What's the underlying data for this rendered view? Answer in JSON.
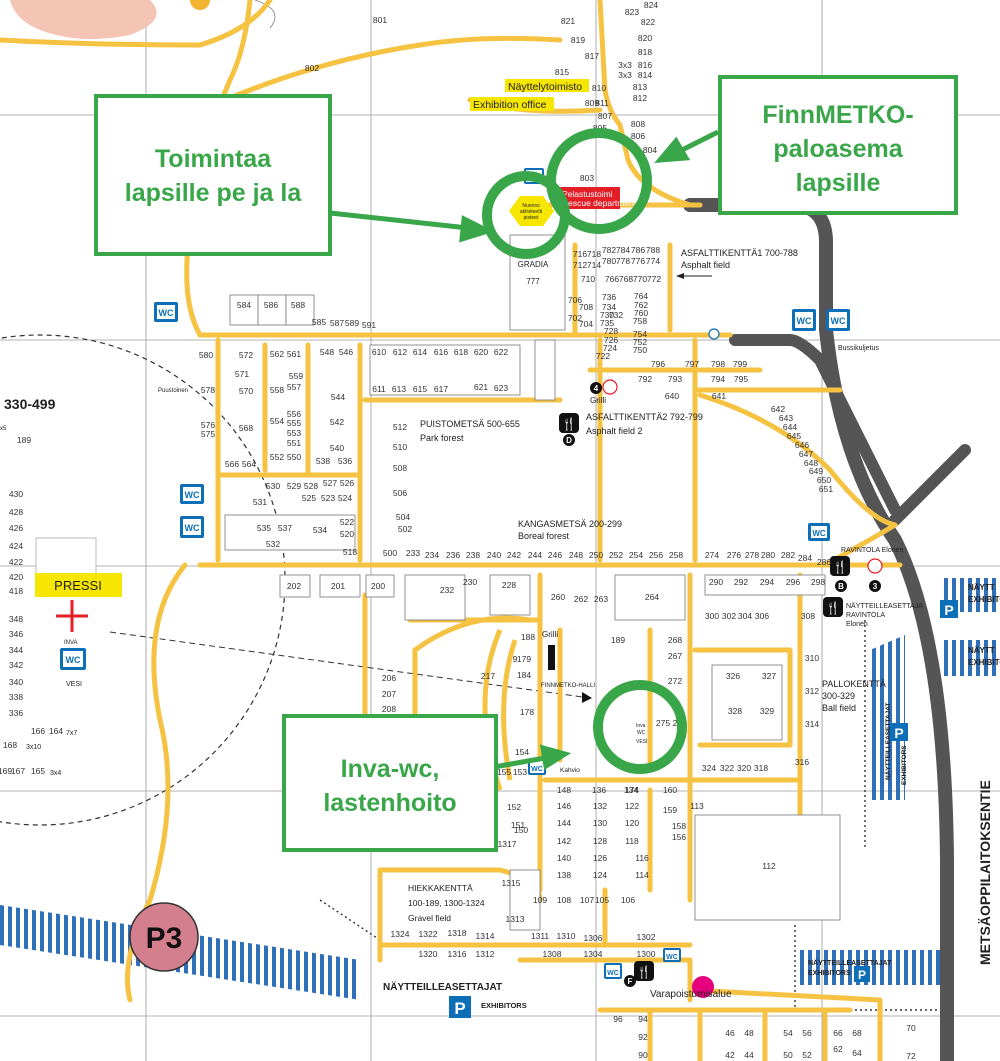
{
  "callouts": {
    "children": [
      "Toimintaa",
      "lapsille pe ja la"
    ],
    "fire": [
      "FinnMETKO-",
      "paloasema",
      "lapsille"
    ],
    "inva": [
      "Inva-wc,",
      "lastenhoito"
    ]
  },
  "labels": {
    "naytteilytoimisto": "Näyttelytoimisto",
    "exhibition_office": "Exhibition office",
    "pelastustoimi_1": "Pelastustoimi",
    "pelastustoimi_2": "Rescue department",
    "nuoriso": [
      "Nuoriso",
      "aktiviteetti",
      "pisteet"
    ],
    "gradia": "GRADIA",
    "asfalttikentta1": "ASFALTTIKENTTÄ1 700-788",
    "asphalt_field": "Asphalt field",
    "bussikuljetus": "Bussikuljetus",
    "puustoinen": "Puustoinen",
    "puistometsa": "PUISTOMETSÄ 500-655",
    "park_forest": "Park forest",
    "asfalttikentta2": "ASFALTTIKENTTÄ2 792-799",
    "asphalt_field_2": "Asphalt field 2",
    "grilli": "Grilli",
    "kangasmetsa": "KANGASMETSÄ 200-299",
    "boreal_forest": "Boreal forest",
    "ravintola_elonen": "RAVINTOLA Elonen",
    "nayttelijat_ravintola_1": "NÄYTTEILLEASETTAJA",
    "nayttelijat_ravintola_2": "RAVINTOLA",
    "nayttelijat_ravintola_3": "Elonen",
    "pallokentta_1": "PALLOKENTTÄ",
    "pallokentta_2": "300-329",
    "ball_field": "Ball field",
    "finnmetko_halli": "FINNMETKO-HALLI",
    "inva": "Inva",
    "wc_small": "WC",
    "kahvio": "Kahvio",
    "hiekkakentta_1": "HIEKKAKENTTÄ",
    "hiekkakentta_2": "100-189, 1300-1324",
    "gravel_field": "Gravel field",
    "varapoistumisalue": "Varapoistumisalue",
    "naytteilleasettajat": "NÄYTTEILLEASETTAJAT",
    "exhibitors": "EXHIBITORS",
    "naytteilleasettajat_r": "NÄYTTEILLEASETTAJAT",
    "exhibitors_r": "EXHIBITORS",
    "metsaoppilaitoksentie": "METSÄOPPILAITOKSENTIE",
    "naytt_right_1": "NÄYTT",
    "exhib_right_1": "EXHIBITO",
    "naytt_right_2": "NÄYTT",
    "exhib_right_2": "EXHIBITO",
    "range_330_499": "330-499",
    "pressi": "PRESSI",
    "inva_left": "INVA",
    "vesi": "VESI",
    "p3": "P3",
    "wc": "WC",
    "parking": "P",
    "letter_d": "D",
    "letter_b": "B",
    "letter_3": "3",
    "letter_f": "F",
    "letter_4": "4",
    "dims_5": "x5",
    "dims_3x10": "3x10",
    "dims_7x7": "7x7",
    "dims_3x4": "3x4"
  },
  "plots": [
    [
      "801",
      380,
      20
    ],
    [
      "802",
      312,
      68
    ],
    [
      "824",
      651,
      5
    ],
    [
      "823",
      632,
      12
    ],
    [
      "822",
      648,
      22
    ],
    [
      "821",
      568,
      21
    ],
    [
      "820",
      645,
      38
    ],
    [
      "819",
      578,
      40
    ],
    [
      "818",
      645,
      52
    ],
    [
      "817",
      592,
      56
    ],
    [
      "816",
      645,
      65
    ],
    [
      "815",
      562,
      72
    ],
    [
      "3x3",
      625,
      65
    ],
    [
      "814",
      645,
      75
    ],
    [
      "3x3",
      625,
      75
    ],
    [
      "813",
      640,
      87
    ],
    [
      "810",
      599,
      88
    ],
    [
      "812",
      640,
      98
    ],
    [
      "811",
      602,
      103
    ],
    [
      "809",
      592,
      103
    ],
    [
      "808",
      638,
      124
    ],
    [
      "806",
      638,
      136
    ],
    [
      "807",
      605,
      116
    ],
    [
      "805",
      600,
      128
    ],
    [
      "804",
      650,
      150
    ],
    [
      "803",
      587,
      178
    ],
    [
      "584",
      244,
      305
    ],
    [
      "586",
      271,
      305
    ],
    [
      "588",
      298,
      305
    ],
    [
      "585",
      319,
      322
    ],
    [
      "587",
      337,
      323
    ],
    [
      "589",
      352,
      323
    ],
    [
      "591",
      369,
      325
    ],
    [
      "716",
      580,
      254
    ],
    [
      "718",
      594,
      254
    ],
    [
      "782",
      609,
      250
    ],
    [
      "784",
      623,
      250
    ],
    [
      "786",
      638,
      250
    ],
    [
      "788",
      653,
      250
    ],
    [
      "712",
      580,
      265
    ],
    [
      "714",
      594,
      265
    ],
    [
      "780",
      609,
      261
    ],
    [
      "778",
      623,
      261
    ],
    [
      "776",
      638,
      261
    ],
    [
      "774",
      653,
      261
    ],
    [
      "710",
      588,
      279
    ],
    [
      "766",
      612,
      279
    ],
    [
      "768",
      626,
      279
    ],
    [
      "770",
      640,
      279
    ],
    [
      "772",
      654,
      279
    ],
    [
      "706",
      575,
      300
    ],
    [
      "708",
      586,
      307
    ],
    [
      "736",
      609,
      297
    ],
    [
      "734",
      609,
      307
    ],
    [
      "730",
      607,
      315
    ],
    [
      "732",
      616,
      315
    ],
    [
      "728",
      611,
      331
    ],
    [
      "724",
      610,
      348
    ],
    [
      "722",
      603,
      356
    ],
    [
      "735",
      607,
      323
    ],
    [
      "702",
      575,
      318
    ],
    [
      "704",
      586,
      324
    ],
    [
      "726",
      611,
      340
    ],
    [
      "764",
      641,
      296
    ],
    [
      "762",
      641,
      305
    ],
    [
      "760",
      641,
      313
    ],
    [
      "758",
      640,
      321
    ],
    [
      "754",
      640,
      334
    ],
    [
      "752",
      640,
      342
    ],
    [
      "750",
      640,
      350
    ],
    [
      "580",
      206,
      355
    ],
    [
      "572",
      246,
      355
    ],
    [
      "562",
      277,
      354
    ],
    [
      "561",
      294,
      354
    ],
    [
      "548",
      327,
      352
    ],
    [
      "546",
      346,
      352
    ],
    [
      "571",
      242,
      374
    ],
    [
      "570",
      246,
      391
    ],
    [
      "558",
      277,
      390
    ],
    [
      "559",
      296,
      376
    ],
    [
      "557",
      294,
      387
    ],
    [
      "544",
      338,
      397
    ],
    [
      "578",
      208,
      390
    ],
    [
      "576",
      208,
      425
    ],
    [
      "575",
      208,
      434
    ],
    [
      "568",
      246,
      428
    ],
    [
      "554",
      277,
      421
    ],
    [
      "556",
      294,
      414
    ],
    [
      "555",
      294,
      423
    ],
    [
      "553",
      294,
      433
    ],
    [
      "551",
      294,
      443
    ],
    [
      "542",
      337,
      422
    ],
    [
      "540",
      337,
      448
    ],
    [
      "552",
      277,
      457
    ],
    [
      "550",
      294,
      457
    ],
    [
      "566",
      232,
      464
    ],
    [
      "564",
      249,
      464
    ],
    [
      "538",
      323,
      461
    ],
    [
      "536",
      345,
      461
    ],
    [
      "610",
      379,
      352
    ],
    [
      "612",
      400,
      352
    ],
    [
      "614",
      420,
      352
    ],
    [
      "616",
      441,
      352
    ],
    [
      "618",
      461,
      352
    ],
    [
      "620",
      481,
      352
    ],
    [
      "622",
      501,
      352
    ],
    [
      "611",
      379,
      389
    ],
    [
      "613",
      399,
      389
    ],
    [
      "615",
      420,
      389
    ],
    [
      "617",
      441,
      389
    ],
    [
      "621",
      481,
      387
    ],
    [
      "623",
      501,
      388
    ],
    [
      "796",
      658,
      364
    ],
    [
      "797",
      692,
      364
    ],
    [
      "798",
      718,
      364
    ],
    [
      "799",
      740,
      364
    ],
    [
      "792",
      645,
      379
    ],
    [
      "793",
      675,
      379
    ],
    [
      "794",
      718,
      379
    ],
    [
      "795",
      741,
      379
    ],
    [
      "640",
      672,
      396
    ],
    [
      "641",
      719,
      396
    ],
    [
      "642",
      778,
      409
    ],
    [
      "643",
      786,
      418
    ],
    [
      "644",
      790,
      427
    ],
    [
      "645",
      794,
      436
    ],
    [
      "646",
      802,
      445
    ],
    [
      "647",
      806,
      454
    ],
    [
      "648",
      811,
      463
    ],
    [
      "649",
      816,
      471
    ],
    [
      "650",
      824,
      480
    ],
    [
      "651",
      826,
      489
    ],
    [
      "512",
      400,
      427
    ],
    [
      "510",
      400,
      447
    ],
    [
      "508",
      400,
      468
    ],
    [
      "506",
      400,
      493
    ],
    [
      "504",
      403,
      517
    ],
    [
      "502",
      405,
      529
    ],
    [
      "500",
      390,
      553
    ],
    [
      "233",
      413,
      553
    ],
    [
      "234",
      432,
      555
    ],
    [
      "236",
      453,
      555
    ],
    [
      "238",
      473,
      555
    ],
    [
      "240",
      494,
      555
    ],
    [
      "242",
      514,
      555
    ],
    [
      "244",
      535,
      555
    ],
    [
      "246",
      555,
      555
    ],
    [
      "248",
      576,
      555
    ],
    [
      "250",
      596,
      555
    ],
    [
      "252",
      616,
      555
    ],
    [
      "254",
      636,
      555
    ],
    [
      "256",
      656,
      555
    ],
    [
      "258",
      676,
      555
    ],
    [
      "274",
      712,
      555
    ],
    [
      "276",
      734,
      555
    ],
    [
      "278",
      752,
      555
    ],
    [
      "280",
      768,
      555
    ],
    [
      "282",
      788,
      555
    ],
    [
      "284",
      805,
      558
    ],
    [
      "286",
      824,
      562
    ],
    [
      "530",
      273,
      486
    ],
    [
      "529",
      294,
      486
    ],
    [
      "528",
      311,
      486
    ],
    [
      "527",
      330,
      483
    ],
    [
      "526",
      347,
      483
    ],
    [
      "531",
      260,
      502
    ],
    [
      "525",
      309,
      498
    ],
    [
      "523",
      328,
      498
    ],
    [
      "524",
      345,
      498
    ],
    [
      "535",
      264,
      528
    ],
    [
      "537",
      285,
      528
    ],
    [
      "534",
      320,
      530
    ],
    [
      "522",
      347,
      522
    ],
    [
      "520",
      347,
      534
    ],
    [
      "532",
      273,
      544
    ],
    [
      "518",
      350,
      552
    ],
    [
      "202",
      294,
      586
    ],
    [
      "201",
      338,
      586
    ],
    [
      "200",
      378,
      586
    ],
    [
      "232",
      447,
      590
    ],
    [
      "230",
      470,
      582
    ],
    [
      "228",
      509,
      585
    ],
    [
      "260",
      558,
      597
    ],
    [
      "262",
      581,
      599
    ],
    [
      "263",
      601,
      599
    ],
    [
      "264",
      652,
      597
    ],
    [
      "290",
      716,
      582
    ],
    [
      "292",
      741,
      582
    ],
    [
      "294",
      767,
      582
    ],
    [
      "296",
      793,
      582
    ],
    [
      "298",
      818,
      582
    ],
    [
      "300",
      712,
      616
    ],
    [
      "302",
      729,
      616
    ],
    [
      "304",
      745,
      616
    ],
    [
      "306",
      762,
      616
    ],
    [
      "308",
      808,
      616
    ],
    [
      "188",
      528,
      637
    ],
    [
      "189",
      618,
      640
    ],
    [
      "9",
      515,
      659
    ],
    [
      "179",
      524,
      659
    ],
    [
      "268",
      675,
      640
    ],
    [
      "267",
      675,
      656
    ],
    [
      "310",
      812,
      658
    ],
    [
      "184",
      524,
      675
    ],
    [
      "206",
      389,
      678
    ],
    [
      "207",
      389,
      694
    ],
    [
      "208",
      389,
      709
    ],
    [
      "217",
      488,
      676
    ],
    [
      "178",
      527,
      712
    ],
    [
      "272",
      675,
      681
    ],
    [
      "312",
      812,
      691
    ],
    [
      "326",
      733,
      676
    ],
    [
      "327",
      769,
      676
    ],
    [
      "328",
      735,
      711
    ],
    [
      "329",
      767,
      711
    ],
    [
      "314",
      812,
      724
    ],
    [
      "275",
      663,
      723
    ],
    [
      "2",
      675,
      723
    ],
    [
      "154",
      522,
      752
    ],
    [
      "153",
      520,
      772
    ],
    [
      "155",
      504,
      772
    ],
    [
      "316",
      802,
      762
    ],
    [
      "324",
      709,
      768
    ],
    [
      "322",
      727,
      768
    ],
    [
      "320",
      744,
      768
    ],
    [
      "318",
      761,
      768
    ],
    [
      "148",
      564,
      790
    ],
    [
      "136",
      599,
      790
    ],
    [
      "134",
      631,
      790
    ],
    [
      "174",
      632,
      790
    ],
    [
      "160",
      670,
      790
    ],
    [
      "146",
      564,
      806
    ],
    [
      "132",
      600,
      806
    ],
    [
      "122",
      632,
      806
    ],
    [
      "152",
      514,
      807
    ],
    [
      "159",
      670,
      810
    ],
    [
      "113",
      697,
      806
    ],
    [
      "144",
      564,
      823
    ],
    [
      "130",
      600,
      823
    ],
    [
      "120",
      632,
      823
    ],
    [
      "151",
      518,
      825
    ],
    [
      "150",
      521,
      830
    ],
    [
      "158",
      679,
      826
    ],
    [
      "142",
      564,
      841
    ],
    [
      "128",
      600,
      841
    ],
    [
      "118",
      632,
      841
    ],
    [
      "1317",
      507,
      844
    ],
    [
      "156",
      679,
      837
    ],
    [
      "140",
      564,
      858
    ],
    [
      "126",
      600,
      858
    ],
    [
      "116",
      642,
      858
    ],
    [
      "138",
      564,
      875
    ],
    [
      "124",
      600,
      875
    ],
    [
      "114",
      642,
      875
    ],
    [
      "112",
      769,
      866
    ],
    [
      "1315",
      511,
      883
    ],
    [
      "1313",
      515,
      919
    ],
    [
      "109",
      540,
      900
    ],
    [
      "108",
      564,
      900
    ],
    [
      "107",
      587,
      900
    ],
    [
      "105",
      602,
      900
    ],
    [
      "106",
      628,
      900
    ],
    [
      "1324",
      400,
      934
    ],
    [
      "1322",
      428,
      934
    ],
    [
      "1318",
      457,
      933
    ],
    [
      "1314",
      485,
      936
    ],
    [
      "1311",
      540,
      936
    ],
    [
      "1310",
      566,
      936
    ],
    [
      "1306",
      593,
      938
    ],
    [
      "1302",
      646,
      937
    ],
    [
      "1320",
      428,
      954
    ],
    [
      "1316",
      457,
      954
    ],
    [
      "1312",
      485,
      954
    ],
    [
      "1308",
      552,
      954
    ],
    [
      "1304",
      593,
      954
    ],
    [
      "1300",
      646,
      954
    ],
    [
      "96",
      618,
      1019
    ],
    [
      "94",
      643,
      1019
    ],
    [
      "92",
      643,
      1037
    ],
    [
      "90",
      643,
      1055
    ],
    [
      "46",
      730,
      1033
    ],
    [
      "48",
      749,
      1033
    ],
    [
      "42",
      730,
      1055
    ],
    [
      "44",
      749,
      1055
    ],
    [
      "54",
      788,
      1033
    ],
    [
      "56",
      807,
      1033
    ],
    [
      "50",
      788,
      1055
    ],
    [
      "52",
      807,
      1055
    ],
    [
      "66",
      838,
      1033
    ],
    [
      "68",
      857,
      1033
    ],
    [
      "62",
      838,
      1049
    ],
    [
      "64",
      857,
      1053
    ],
    [
      "70",
      911,
      1028
    ],
    [
      "72",
      911,
      1056
    ],
    [
      "189",
      24,
      440
    ],
    [
      "430",
      16,
      494
    ],
    [
      "428",
      16,
      512
    ],
    [
      "426",
      16,
      528
    ],
    [
      "424",
      16,
      546
    ],
    [
      "422",
      16,
      562
    ],
    [
      "420",
      16,
      577
    ],
    [
      "418",
      16,
      591
    ],
    [
      "348",
      16,
      619
    ],
    [
      "346",
      16,
      634
    ],
    [
      "344",
      16,
      650
    ],
    [
      "342",
      16,
      665
    ],
    [
      "340",
      16,
      682
    ],
    [
      "338",
      16,
      697
    ],
    [
      "336",
      16,
      713
    ],
    [
      "166",
      38,
      731
    ],
    [
      "164",
      56,
      731
    ],
    [
      "168",
      10,
      745
    ],
    [
      "169",
      5,
      771
    ],
    [
      "167",
      18,
      771
    ],
    [
      "165",
      38,
      771
    ]
  ]
}
